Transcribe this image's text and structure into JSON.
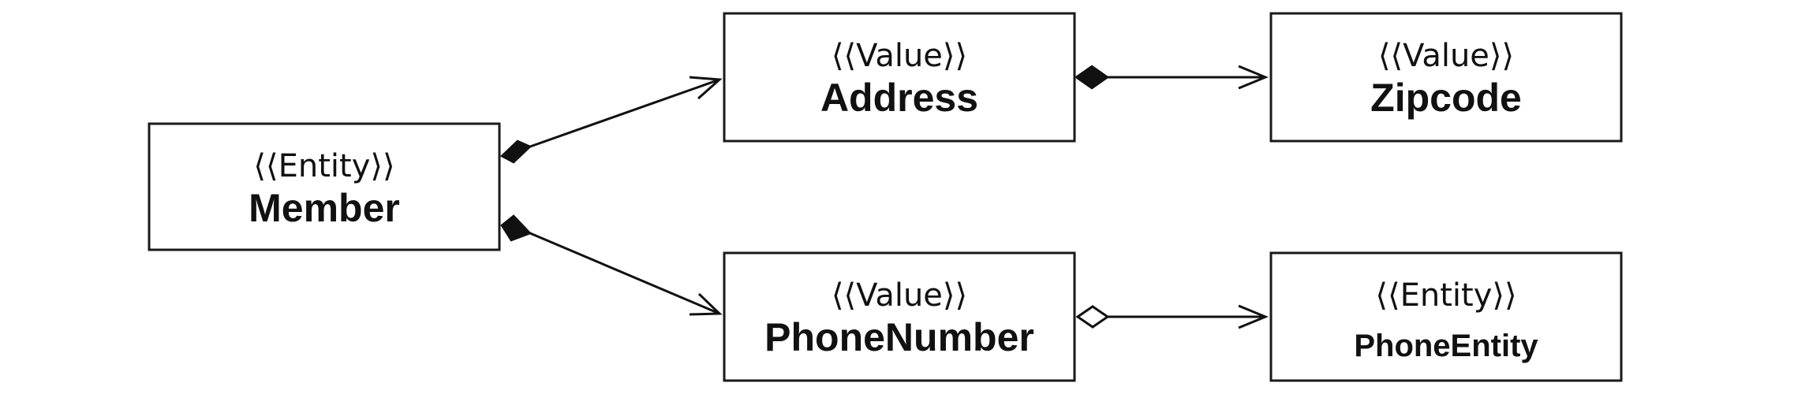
{
  "nodes": [
    {
      "id": "member",
      "stereotype": "⟨⟨Entity⟩⟩",
      "name": "Member"
    },
    {
      "id": "address",
      "stereotype": "⟨⟨Value⟩⟩",
      "name": "Address"
    },
    {
      "id": "zipcode",
      "stereotype": "⟨⟨Value⟩⟩",
      "name": "Zipcode"
    },
    {
      "id": "phone-number",
      "stereotype": "⟨⟨Value⟩⟩",
      "name": "PhoneNumber"
    },
    {
      "id": "phone-entity",
      "stereotype": "⟨⟨Entity⟩⟩",
      "name": "PhoneEntity"
    }
  ],
  "edges": [
    {
      "from": "member",
      "to": "address",
      "kind": "composition"
    },
    {
      "from": "member",
      "to": "phone-number",
      "kind": "composition"
    },
    {
      "from": "address",
      "to": "zipcode",
      "kind": "composition"
    },
    {
      "from": "phone-number",
      "to": "phone-entity",
      "kind": "aggregation"
    }
  ]
}
